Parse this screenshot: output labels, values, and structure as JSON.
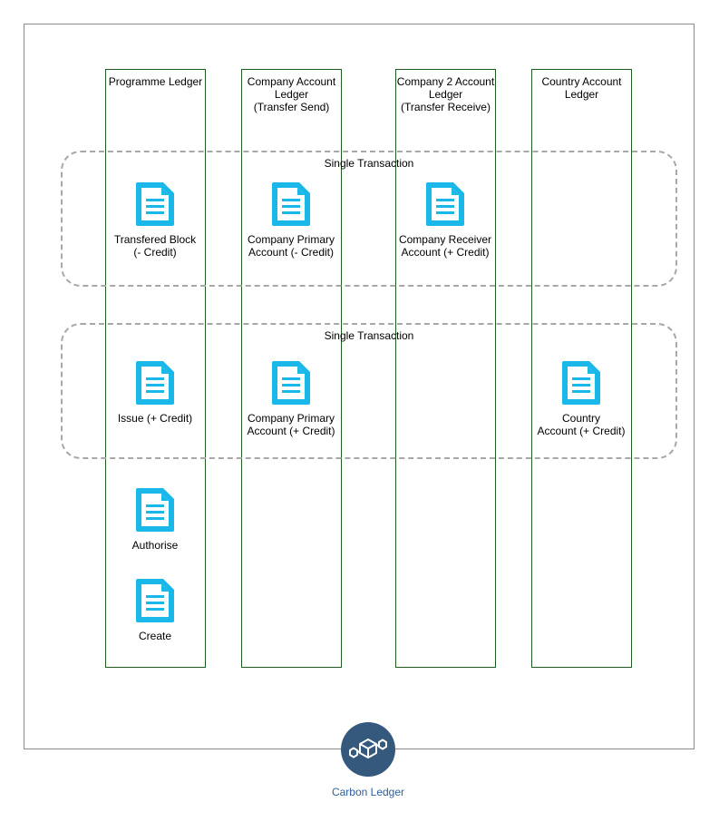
{
  "ledgers": {
    "programme": "Programme Ledger",
    "company": "Company Account\nLedger\n(Transfer Send)",
    "company2": "Company 2 Account\nLedger\n(Transfer Receive)",
    "country": "Country Account\nLedger"
  },
  "transactions": {
    "first": "Single Transaction",
    "second": "Single Transaction"
  },
  "documents": {
    "transfered_block": "Transfered Block\n(- Credit)",
    "company_primary_debit": "Company Primary\nAccount (- Credit)",
    "company_receiver_credit": "Company Receiver\nAccount (+ Credit)",
    "issue_credit": "Issue (+ Credit)",
    "company_primary_credit": "Company Primary\nAccount (+ Credit)",
    "country_credit": "Country\nAccount (+ Credit)",
    "authorise": "Authorise",
    "create": "Create"
  },
  "footer": {
    "label": "Carbon Ledger",
    "icon": "cubes-network-icon"
  },
  "colors": {
    "document_icon": "#1ab8e8",
    "ledger_border": "#1f5c1f",
    "group_border": "#a8a8a8",
    "logo_fill": "#34597d",
    "footer_text": "#2f5f9a"
  }
}
